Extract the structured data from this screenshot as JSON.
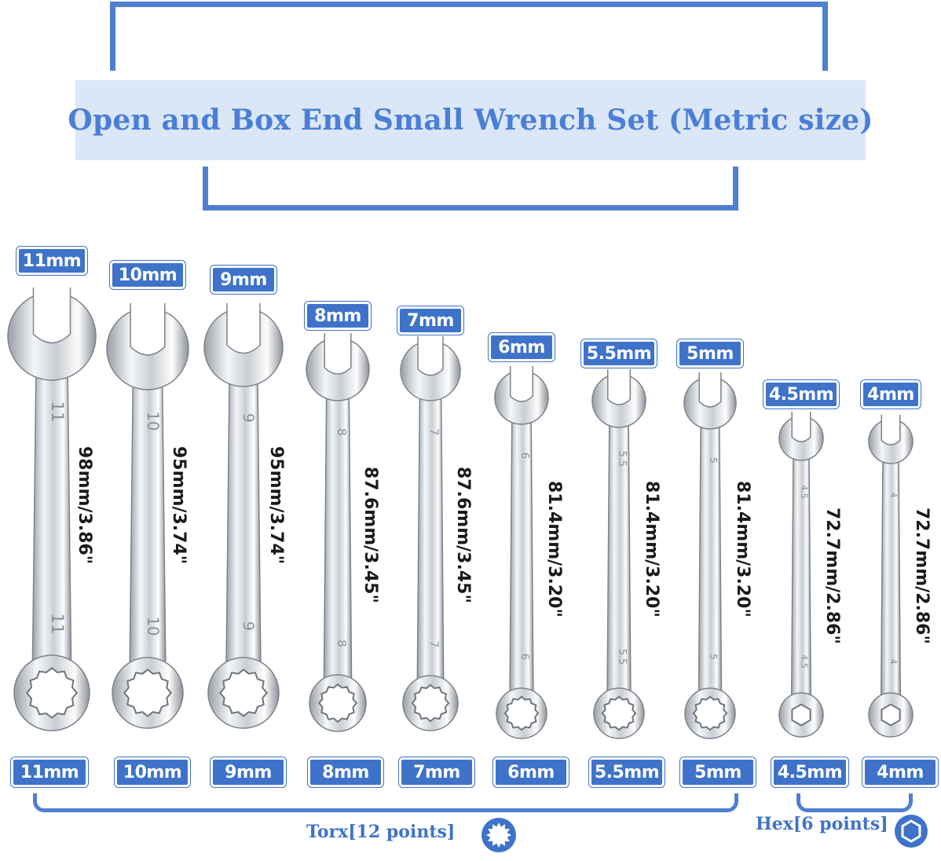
{
  "title": "Open and Box End Small Wrench Set (Metric size)",
  "colors": {
    "accent": "#3f73c9",
    "title_band": "#dbe6f6",
    "title_text": "#4a7fd6"
  },
  "wrenches": [
    {
      "size": "11mm",
      "length": "98mm/3.86\"",
      "stamp": "11",
      "box": "torx"
    },
    {
      "size": "10mm",
      "length": "95mm/3.74\"",
      "stamp": "10",
      "box": "torx"
    },
    {
      "size": "9mm",
      "length": "95mm/3.74\"",
      "stamp": "9",
      "box": "torx"
    },
    {
      "size": "8mm",
      "length": "87.6mm/3.45\"",
      "stamp": "8",
      "box": "torx"
    },
    {
      "size": "7mm",
      "length": "87.6mm/3.45\"",
      "stamp": "7",
      "box": "torx"
    },
    {
      "size": "6mm",
      "length": "81.4mm/3.20\"",
      "stamp": "6",
      "box": "torx"
    },
    {
      "size": "5.5mm",
      "length": "81.4mm/3.20\"",
      "stamp": "5.5",
      "box": "torx"
    },
    {
      "size": "5mm",
      "length": "81.4mm/3.20\"",
      "stamp": "5",
      "box": "torx"
    },
    {
      "size": "4.5mm",
      "length": "72.7mm/2.86\"",
      "stamp": "4.5",
      "box": "hex"
    },
    {
      "size": "4mm",
      "length": "72.7mm/2.86\"",
      "stamp": "4",
      "box": "hex"
    }
  ],
  "legend": {
    "torx_label": "Torx[12 points]",
    "torx_icon": "twelve-point-star-icon",
    "hex_label": "Hex[6 points]",
    "hex_icon": "hexagon-icon"
  }
}
